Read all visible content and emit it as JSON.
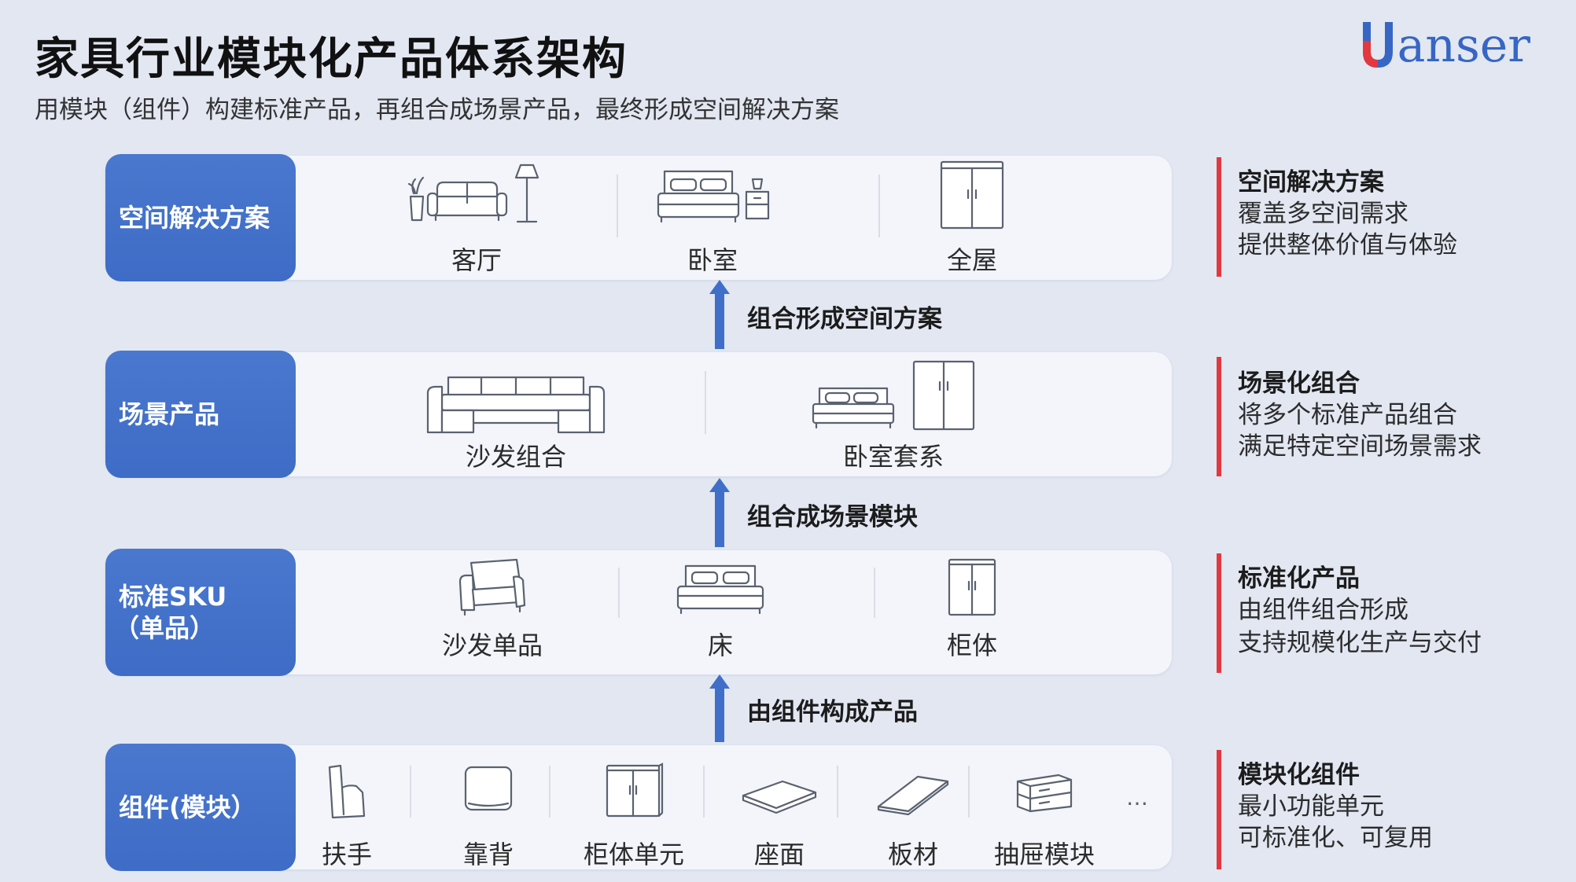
{
  "title": "家具行业模块化产品体系架构",
  "subtitle": "用模块（组件）构建标准产品，再组合成场景产品，最终形成空间解决方案",
  "logo": {
    "text": "anser",
    "mark": "U"
  },
  "layers": [
    {
      "label": "空间解决方案",
      "items": [
        {
          "label": "客厅",
          "icon": "living-room-icon"
        },
        {
          "label": "卧室",
          "icon": "bedroom-icon"
        },
        {
          "label": "全屋",
          "icon": "wardrobe-icon"
        }
      ]
    },
    {
      "label": "场景产品",
      "items": [
        {
          "label": "沙发组合",
          "icon": "sectional-sofa-icon"
        },
        {
          "label": "卧室套系",
          "icon": "bedroom-set-icon"
        }
      ]
    },
    {
      "label_line1": "标准SKU",
      "label_line2": "（单品）",
      "items": [
        {
          "label": "沙发单品",
          "icon": "armchair-icon"
        },
        {
          "label": "床",
          "icon": "bed-icon"
        },
        {
          "label": "柜体",
          "icon": "cabinet-icon"
        }
      ]
    },
    {
      "label": "组件(模块）",
      "items": [
        {
          "label": "扶手",
          "icon": "armrest-icon"
        },
        {
          "label": "靠背",
          "icon": "backrest-icon"
        },
        {
          "label": "柜体单元",
          "icon": "cabinet-unit-icon"
        },
        {
          "label": "座面",
          "icon": "seat-panel-icon"
        },
        {
          "label": "板材",
          "icon": "board-icon"
        },
        {
          "label": "抽屉模块",
          "icon": "drawer-module-icon"
        }
      ],
      "more": "…"
    }
  ],
  "arrows": [
    "组合形成空间方案",
    "组合成场景模块",
    "由组件构成产品"
  ],
  "side_notes": [
    {
      "title": "空间解决方案",
      "lines": [
        "覆盖多空间需求",
        "提供整体价值与体验"
      ]
    },
    {
      "title": "场景化组合",
      "lines": [
        "将多个标准产品组合",
        "满足特定空间场景需求"
      ]
    },
    {
      "title": "标准化产品",
      "lines": [
        "由组件组合形成",
        "支持规模化生产与交付"
      ]
    },
    {
      "title": "模块化组件",
      "lines": [
        "最小功能单元",
        "可标准化、可复用"
      ]
    }
  ],
  "colors": {
    "accent_blue": "#4272ca",
    "side_bar_red": "#e2383f",
    "background": "#e2e7f2"
  }
}
